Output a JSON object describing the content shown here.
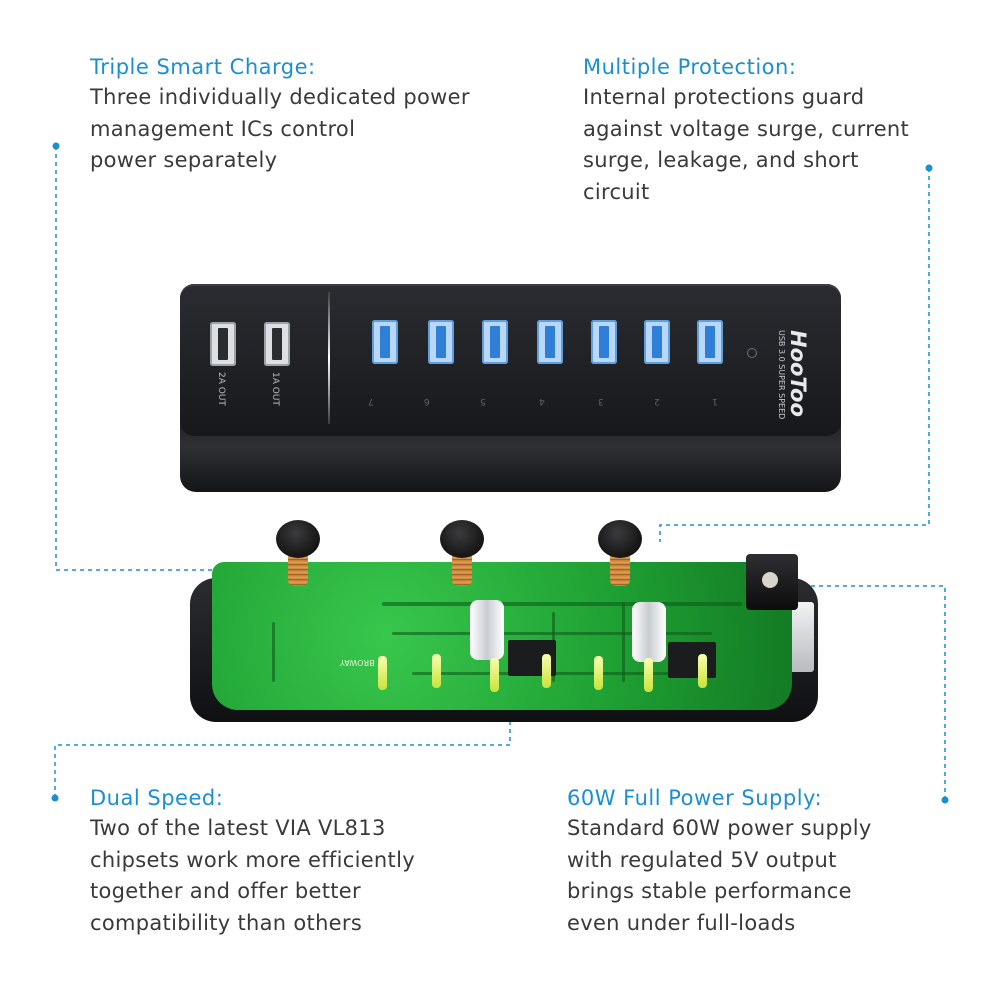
{
  "features": {
    "triple_smart_charge": {
      "title": "Triple Smart Charge:",
      "body": "Three individually dedicated power\nmanagement ICs control\npower separately"
    },
    "multiple_protection": {
      "title": "Multiple Protection:",
      "body": "Internal protections guard\nagainst voltage surge, current\nsurge, leakage, and short\ncircuit"
    },
    "dual_speed": {
      "title": "Dual Speed:",
      "body": "Two of the latest VIA VL813\nchipsets work more efficiently\ntogether and offer better\ncompatibility than others"
    },
    "full_power_supply": {
      "title": "60W Full Power Supply:",
      "body": "Standard 60W power supply\nwith regulated 5V output\nbrings stable performance\neven under full-loads"
    }
  },
  "hub": {
    "brand": "HooToo",
    "subtitle": "USB 3.0 SUPER SPEED",
    "charge_port_labels": [
      "2A OUT",
      "1A OUT"
    ],
    "port_numbers": [
      "7",
      "6",
      "5",
      "4",
      "3",
      "2",
      "1"
    ]
  },
  "pcb": {
    "board_label": "BROWAY"
  },
  "colors": {
    "accent": "#1a8fd1",
    "body_text": "#3a3a3a",
    "board_green": "#1fa133",
    "usb3_blue": "#2f7fd8"
  }
}
